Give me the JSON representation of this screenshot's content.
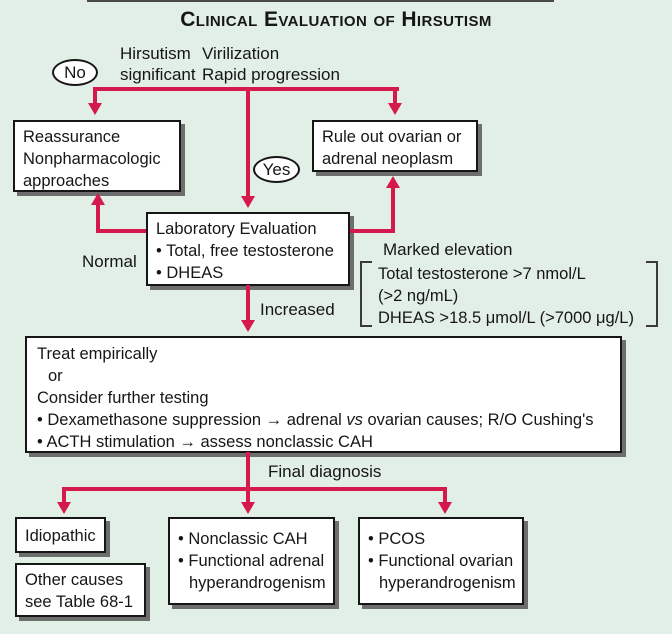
{
  "title": "Clinical Evaluation of Hirsutism",
  "colors": {
    "background": "#e2efe7",
    "arrow_red": "#d5194d",
    "box_fill": "#ffffff",
    "box_border": "#161616",
    "box_shadow": "#6e6e6e"
  },
  "decisions": {
    "no": "No",
    "yes": "Yes"
  },
  "branch_labels": {
    "hirsutism": {
      "line1": "Hirsutism",
      "line2": "significant"
    },
    "virilization": {
      "line1": "Virilization",
      "line2": "Rapid progression"
    }
  },
  "reassurance_box": {
    "lines": [
      "Reassurance",
      "Nonpharmacologic",
      "approaches"
    ]
  },
  "neoplasm_box": {
    "lines": [
      "Rule out ovarian or",
      "adrenal neoplasm"
    ]
  },
  "lab_box": {
    "lines": [
      "Laboratory Evaluation",
      "• Total, free testosterone",
      "• DHEAS"
    ]
  },
  "edge_labels": {
    "normal": "Normal",
    "increased": "Increased",
    "marked_elevation": "Marked elevation",
    "final_diagnosis": "Final diagnosis"
  },
  "criteria": {
    "lines": [
      "Total testosterone >7 nmol/L",
      "(>2 ng/mL)",
      "DHEAS >18.5 μmol/L (>7000 μg/L)"
    ]
  },
  "treat_box": {
    "lines": [
      "Treat empirically",
      "or",
      "Consider further testing"
    ],
    "bullet1_pre": "• Dexamethasone suppression → adrenal ",
    "bullet1_italic": "vs",
    "bullet1_post": " ovarian causes; R/O Cushing's",
    "bullet2": "• ACTH stimulation → assess nonclassic CAH"
  },
  "idiopathic_box": {
    "label": "Idiopathic"
  },
  "other_causes_box": {
    "lines": [
      "Other causes",
      "see Table 68-1"
    ]
  },
  "cah_box": {
    "lines": [
      "• Nonclassic CAH",
      "• Functional adrenal",
      "hyperandrogenism"
    ]
  },
  "pcos_box": {
    "lines": [
      "• PCOS",
      "• Functional ovarian",
      "hyperandrogenism"
    ]
  }
}
